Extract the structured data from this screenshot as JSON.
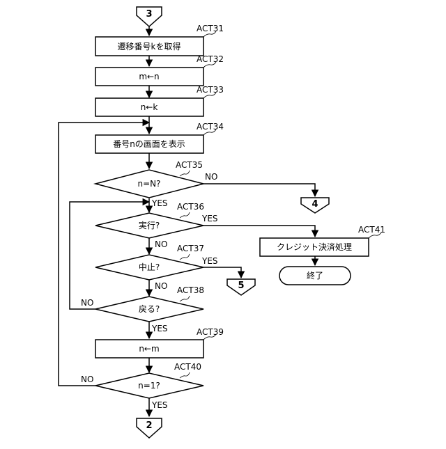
{
  "connectors": {
    "start": "3",
    "to4": "4",
    "to5": "5",
    "end2": "2"
  },
  "steps": {
    "act31": {
      "id": "ACT31",
      "label": "遷移番号kを取得"
    },
    "act32": {
      "id": "ACT32",
      "label": "m←n"
    },
    "act33": {
      "id": "ACT33",
      "label": "n←k"
    },
    "act34": {
      "id": "ACT34",
      "label": "番号nの画面を表示"
    },
    "act35": {
      "id": "ACT35",
      "label": "n=N?"
    },
    "act36": {
      "id": "ACT36",
      "label": "実行?"
    },
    "act37": {
      "id": "ACT37",
      "label": "中止?"
    },
    "act38": {
      "id": "ACT38",
      "label": "戻る?"
    },
    "act39": {
      "id": "ACT39",
      "label": "n←m"
    },
    "act40": {
      "id": "ACT40",
      "label": "n=1?"
    },
    "act41": {
      "id": "ACT41",
      "label": "クレジット決済処理"
    },
    "end": {
      "label": "終了"
    }
  },
  "branches": {
    "yes": "YES",
    "no": "NO"
  }
}
